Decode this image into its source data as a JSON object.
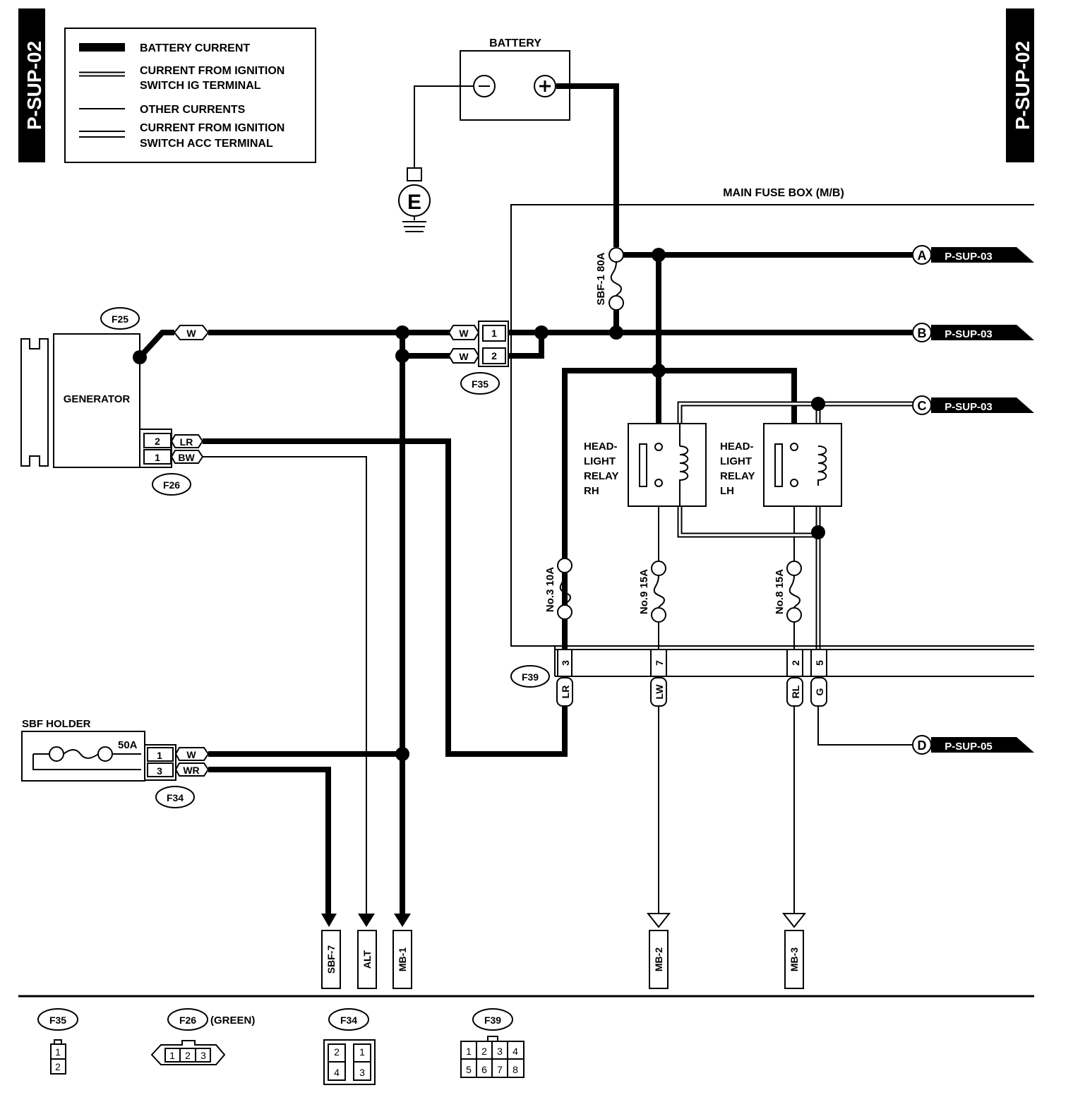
{
  "page_tag": "P-SUP-02",
  "legend": {
    "battery_current": "BATTERY CURRENT",
    "ig_current_l1": "CURRENT FROM IGNITION",
    "ig_current_l2": "SWITCH IG TERMINAL",
    "other_currents": "OTHER CURRENTS",
    "acc_current_l1": "CURRENT FROM IGNITION",
    "acc_current_l2": "SWITCH ACC TERMINAL"
  },
  "battery": {
    "label": "BATTERY",
    "minus": "−",
    "plus": "+",
    "ground": "E"
  },
  "main_fuse_box": "MAIN FUSE BOX (M/B)",
  "fuses": {
    "sbf1": "SBF-1 80A",
    "no3": "No.3 10A",
    "no9": "No.9 15A",
    "no8": "No.8 15A",
    "sbf_holder": "SBF HOLDER",
    "sbf_rating": "50A"
  },
  "generator": "GENERATOR",
  "relays": {
    "rh": [
      "HEAD-",
      "LIGHT",
      "RELAY",
      "RH"
    ],
    "lh": [
      "HEAD-",
      "LIGHT",
      "RELAY",
      "LH"
    ]
  },
  "connectors": {
    "f25": "F25",
    "f26": "F26",
    "f35": "F35",
    "f34": "F34",
    "f39": "F39",
    "f26_note": "(GREEN)"
  },
  "wires": {
    "w": "W",
    "lr": "LR",
    "bw": "BW",
    "wr": "WR",
    "lw": "LW",
    "rl": "RL",
    "g": "G"
  },
  "pins": {
    "f26_2": "2",
    "f26_1": "1",
    "f35_1": "1",
    "f35_2": "2",
    "f34_1": "1",
    "f34_3": "3",
    "f39_3": "3",
    "f39_7": "7",
    "f39_2": "2",
    "f39_5": "5"
  },
  "offpage": {
    "a": {
      "letter": "A",
      "ref": "P-SUP-03"
    },
    "b": {
      "letter": "B",
      "ref": "P-SUP-03"
    },
    "c": {
      "letter": "C",
      "ref": "P-SUP-03"
    },
    "d": {
      "letter": "D",
      "ref": "P-SUP-05"
    }
  },
  "destinations": [
    "SBF-7",
    "ALT",
    "MB-1",
    "MB-2",
    "MB-3"
  ],
  "connector_views": {
    "f35": {
      "label": "F35",
      "pins": [
        "1",
        "2"
      ]
    },
    "f26": {
      "label": "F26",
      "note": "(GREEN)",
      "pins": [
        "1",
        "2",
        "3"
      ]
    },
    "f34": {
      "label": "F34",
      "pins": [
        "2",
        "1",
        "4",
        "3"
      ]
    },
    "f39": {
      "label": "F39",
      "pins": [
        "1",
        "2",
        "3",
        "4",
        "5",
        "6",
        "7",
        "8"
      ]
    }
  }
}
